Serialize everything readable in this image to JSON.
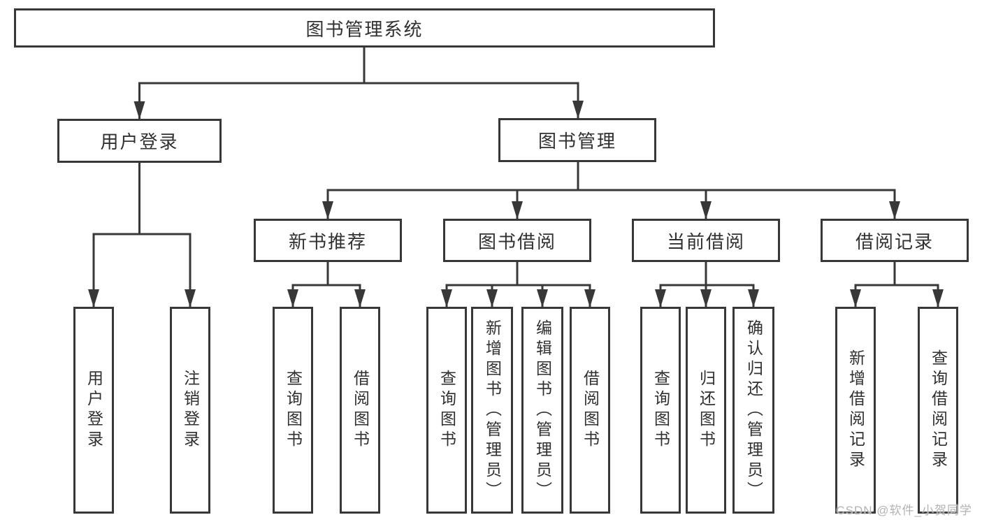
{
  "colors": {
    "line": "#383838",
    "box_border": "#383838",
    "text": "#303030",
    "watermark": "#b3b3b3",
    "background": "#ffffff"
  },
  "tree": {
    "label": "图书管理系统",
    "children": [
      {
        "label": "用户登录",
        "children": [
          {
            "label": "用户登录"
          },
          {
            "label": "注销登录"
          }
        ]
      },
      {
        "label": "图书管理",
        "children": [
          {
            "label": "新书推荐",
            "children": [
              {
                "label": "查询图书"
              },
              {
                "label": "借阅图书"
              }
            ]
          },
          {
            "label": "图书借阅",
            "children": [
              {
                "label": "查询图书"
              },
              {
                "label": "新增图书（管理员）"
              },
              {
                "label": "编辑图书（管理员）"
              },
              {
                "label": "借阅图书"
              }
            ]
          },
          {
            "label": "当前借阅",
            "children": [
              {
                "label": "查询图书"
              },
              {
                "label": "归还图书"
              },
              {
                "label": "确认归还（管理员）"
              }
            ]
          },
          {
            "label": "借阅记录",
            "children": [
              {
                "label": "新增借阅记录"
              },
              {
                "label": "查询借阅记录"
              }
            ]
          }
        ]
      }
    ]
  },
  "watermark": {
    "text": "CSDN @软件_小贺同学"
  }
}
